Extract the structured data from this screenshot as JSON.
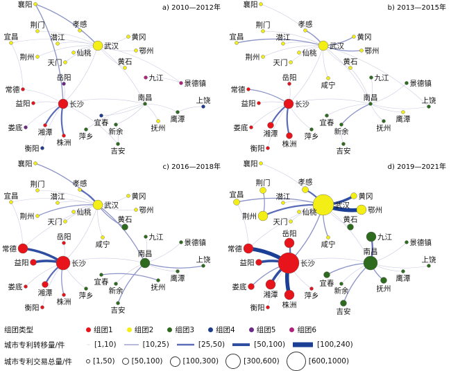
{
  "clusters": [
    {
      "id": 1,
      "label": "组团1",
      "color": "#e8141b"
    },
    {
      "id": 2,
      "label": "组团2",
      "color": "#f3ef16"
    },
    {
      "id": 3,
      "label": "组团3",
      "color": "#2f6b1f"
    },
    {
      "id": 4,
      "label": "组团4",
      "color": "#1f3d8c"
    },
    {
      "id": 5,
      "label": "组团5",
      "color": "#6a2a86"
    },
    {
      "id": 6,
      "label": "组团6",
      "color": "#b0237a"
    }
  ],
  "legend": {
    "cluster_title": "组团类型",
    "flow_title": "城市专利转移量/件",
    "flow_classes": [
      "[1,10)",
      "[10,25)",
      "[25,50)",
      "[50,100)",
      "[100,240)"
    ],
    "volume_title": "城市专利交易总量/件",
    "volume_classes": [
      "[1,50)",
      "[50,100)",
      "[100,300)",
      "[300,600)",
      "[600,1000)"
    ]
  },
  "panels": [
    {
      "title": "a) 2010—2012年",
      "nodes": [
        [
          "襄阳",
          2,
          1
        ],
        [
          "荆门",
          2,
          1
        ],
        [
          "孝感",
          2,
          1
        ],
        [
          "宜昌",
          2,
          1
        ],
        [
          "潜江",
          2,
          1
        ],
        [
          "武汉",
          2,
          3
        ],
        [
          "黄冈",
          2,
          1
        ],
        [
          "鄂州",
          2,
          1
        ],
        [
          "仙桃",
          2,
          1
        ],
        [
          "荆州",
          2,
          1
        ],
        [
          "天门",
          2,
          1
        ],
        [
          "黄石",
          2,
          1
        ],
        [
          "九江",
          6,
          1
        ],
        [
          "景德镇",
          6,
          1
        ],
        [
          "岳阳",
          5,
          1
        ],
        [
          "常德",
          1,
          1
        ],
        [
          "益阳",
          1,
          1
        ],
        [
          "长沙",
          1,
          3
        ],
        [
          "南昌",
          3,
          1
        ],
        [
          "宜春",
          4,
          1
        ],
        [
          "上饶",
          4,
          1
        ],
        [
          "鹰潭",
          3,
          1
        ],
        [
          "抚州",
          2,
          1
        ],
        [
          "娄底",
          5,
          1
        ],
        [
          "湘潭",
          1,
          1
        ],
        [
          "新余",
          3,
          1
        ],
        [
          "萍乡",
          3,
          1
        ],
        [
          "株洲",
          1,
          1
        ],
        [
          "衡阳",
          4,
          1
        ],
        [
          "吉安",
          3,
          1
        ]
      ],
      "edges": [
        [
          "襄阳",
          "武汉",
          2
        ],
        [
          "襄阳",
          "长沙",
          2
        ],
        [
          "湘潭",
          "长沙",
          3
        ],
        [
          "株洲",
          "长沙",
          3
        ],
        [
          "孝感",
          "武汉",
          1
        ],
        [
          "宜昌",
          "武汉",
          1
        ],
        [
          "荆门",
          "武汉",
          1
        ],
        [
          "潜江",
          "武汉",
          1
        ],
        [
          "仙桃",
          "武汉",
          1
        ],
        [
          "荆州",
          "武汉",
          1
        ],
        [
          "天门",
          "武汉",
          1
        ],
        [
          "黄冈",
          "武汉",
          1
        ],
        [
          "鄂州",
          "武汉",
          1
        ],
        [
          "黄石",
          "武汉",
          1
        ],
        [
          "九江",
          "景德镇",
          1
        ],
        [
          "武汉",
          "长沙",
          1
        ],
        [
          "武汉",
          "南昌",
          1
        ],
        [
          "岳阳",
          "长沙",
          1
        ],
        [
          "常德",
          "长沙",
          1
        ],
        [
          "益阳",
          "长沙",
          1
        ],
        [
          "娄底",
          "长沙",
          1
        ],
        [
          "衡阳",
          "长沙",
          1
        ],
        [
          "南昌",
          "宜春",
          1
        ],
        [
          "南昌",
          "鹰潭",
          1
        ],
        [
          "南昌",
          "新余",
          1
        ],
        [
          "南昌",
          "抚州",
          1
        ],
        [
          "鹰潭",
          "上饶",
          1
        ],
        [
          "新余",
          "吉安",
          1
        ],
        [
          "萍乡",
          "南昌",
          1
        ],
        [
          "长沙",
          "南昌",
          1
        ],
        [
          "宜昌",
          "常德",
          1
        ],
        [
          "长沙",
          "吉安",
          1
        ],
        [
          "武汉",
          "景德镇",
          1
        ]
      ]
    },
    {
      "title": "b) 2013—2015年",
      "nodes": [
        [
          "襄阳",
          2,
          1
        ],
        [
          "荆门",
          2,
          1
        ],
        [
          "孝感",
          2,
          1
        ],
        [
          "宜昌",
          2,
          1
        ],
        [
          "潜江",
          2,
          1
        ],
        [
          "武汉",
          2,
          3
        ],
        [
          "黄冈",
          2,
          1
        ],
        [
          "鄂州",
          2,
          1
        ],
        [
          "仙桃",
          2,
          1
        ],
        [
          "荆州",
          2,
          1
        ],
        [
          "天门",
          2,
          1
        ],
        [
          "黄石",
          2,
          1
        ],
        [
          "咸宁",
          2,
          1
        ],
        [
          "九江",
          3,
          1
        ],
        [
          "景德镇",
          3,
          1
        ],
        [
          "岳阳",
          1,
          1
        ],
        [
          "常德",
          1,
          1
        ],
        [
          "益阳",
          1,
          1
        ],
        [
          "长沙",
          1,
          3
        ],
        [
          "南昌",
          3,
          1
        ],
        [
          "宜春",
          3,
          1
        ],
        [
          "上饶",
          3,
          1
        ],
        [
          "鹰潭",
          2,
          1
        ],
        [
          "抚州",
          3,
          1
        ],
        [
          "娄底",
          1,
          1
        ],
        [
          "湘潭",
          1,
          2
        ],
        [
          "新余",
          3,
          1
        ],
        [
          "萍乡",
          3,
          1
        ],
        [
          "株洲",
          1,
          2
        ],
        [
          "衡阳",
          1,
          1
        ],
        [
          "吉安",
          3,
          1
        ]
      ],
      "edges": [
        [
          "宜昌",
          "武汉",
          2
        ],
        [
          "孝感",
          "武汉",
          2
        ],
        [
          "黄冈",
          "武汉",
          2
        ],
        [
          "鄂州",
          "武汉",
          2
        ],
        [
          "湘潭",
          "长沙",
          3
        ],
        [
          "株洲",
          "长沙",
          3
        ],
        [
          "常德",
          "长沙",
          2
        ],
        [
          "新余",
          "南昌",
          2
        ],
        [
          "襄阳",
          "武汉",
          1
        ],
        [
          "荆门",
          "武汉",
          1
        ],
        [
          "潜江",
          "武汉",
          1
        ],
        [
          "仙桃",
          "武汉",
          1
        ],
        [
          "荆州",
          "武汉",
          1
        ],
        [
          "天门",
          "武汉",
          1
        ],
        [
          "黄石",
          "武汉",
          1
        ],
        [
          "咸宁",
          "武汉",
          1
        ],
        [
          "武汉",
          "长沙",
          1
        ],
        [
          "武汉",
          "南昌",
          1
        ],
        [
          "九江",
          "南昌",
          1
        ],
        [
          "景德镇",
          "南昌",
          1
        ],
        [
          "上饶",
          "南昌",
          1
        ],
        [
          "鹰潭",
          "南昌",
          1
        ],
        [
          "抚州",
          "南昌",
          1
        ],
        [
          "宜春",
          "南昌",
          1
        ],
        [
          "吉安",
          "新余",
          1
        ],
        [
          "岳阳",
          "长沙",
          1
        ],
        [
          "益阳",
          "长沙",
          1
        ],
        [
          "娄底",
          "长沙",
          1
        ],
        [
          "衡阳",
          "长沙",
          1
        ],
        [
          "萍乡",
          "长沙",
          1
        ],
        [
          "长沙",
          "南昌",
          1
        ],
        [
          "黄石",
          "南昌",
          1
        ],
        [
          "武汉",
          "上饶",
          1
        ]
      ]
    },
    {
      "title": "c) 2016—2018年",
      "nodes": [
        [
          "襄阳",
          2,
          1
        ],
        [
          "荆门",
          2,
          1
        ],
        [
          "孝感",
          2,
          1
        ],
        [
          "宜昌",
          2,
          1
        ],
        [
          "潜江",
          2,
          1
        ],
        [
          "武汉",
          2,
          3
        ],
        [
          "黄冈",
          2,
          1
        ],
        [
          "鄂州",
          2,
          1
        ],
        [
          "仙桃",
          2,
          1
        ],
        [
          "荆州",
          2,
          1
        ],
        [
          "天门",
          2,
          1
        ],
        [
          "黄石",
          3,
          2
        ],
        [
          "咸宁",
          2,
          1
        ],
        [
          "九江",
          3,
          1
        ],
        [
          "景德镇",
          3,
          1
        ],
        [
          "岳阳",
          1,
          1
        ],
        [
          "常德",
          1,
          3
        ],
        [
          "益阳",
          1,
          2
        ],
        [
          "长沙",
          1,
          4
        ],
        [
          "南昌",
          3,
          3
        ],
        [
          "宜春",
          3,
          1
        ],
        [
          "上饶",
          3,
          1
        ],
        [
          "鹰潭",
          3,
          1
        ],
        [
          "抚州",
          3,
          1
        ],
        [
          "娄底",
          1,
          1
        ],
        [
          "湘潭",
          1,
          2
        ],
        [
          "新余",
          3,
          1
        ],
        [
          "萍乡",
          3,
          1
        ],
        [
          "株洲",
          1,
          1
        ],
        [
          "衡阳",
          1,
          1
        ],
        [
          "吉安",
          3,
          1
        ]
      ],
      "edges": [
        [
          "常德",
          "长沙",
          4
        ],
        [
          "益阳",
          "长沙",
          4
        ],
        [
          "湘潭",
          "长沙",
          3
        ],
        [
          "孝感",
          "武汉",
          3
        ],
        [
          "襄阳",
          "武汉",
          2
        ],
        [
          "黄石",
          "武汉",
          2
        ],
        [
          "武汉",
          "南昌",
          2
        ],
        [
          "吉安",
          "南昌",
          2
        ],
        [
          "宜春",
          "抚州",
          2
        ],
        [
          "上饶",
          "南昌",
          2
        ],
        [
          "荆州",
          "武汉",
          2
        ],
        [
          "株洲",
          "长沙",
          2
        ],
        [
          "宜昌",
          "武汉",
          1
        ],
        [
          "荆门",
          "武汉",
          1
        ],
        [
          "潜江",
          "武汉",
          1
        ],
        [
          "仙桃",
          "武汉",
          1
        ],
        [
          "天门",
          "武汉",
          1
        ],
        [
          "黄冈",
          "武汉",
          1
        ],
        [
          "鄂州",
          "武汉",
          1
        ],
        [
          "咸宁",
          "武汉",
          1
        ],
        [
          "武汉",
          "长沙",
          1
        ],
        [
          "九江",
          "南昌",
          1
        ],
        [
          "景德镇",
          "南昌",
          1
        ],
        [
          "鹰潭",
          "南昌",
          1
        ],
        [
          "新余",
          "南昌",
          1
        ],
        [
          "岳阳",
          "长沙",
          1
        ],
        [
          "娄底",
          "长沙",
          1
        ],
        [
          "衡阳",
          "长沙",
          1
        ],
        [
          "萍乡",
          "长沙",
          1
        ],
        [
          "长沙",
          "南昌",
          1
        ],
        [
          "常德",
          "武汉",
          1
        ],
        [
          "宜昌",
          "常德",
          1
        ]
      ]
    },
    {
      "title": "d) 2019—2021年",
      "nodes": [
        [
          "襄阳",
          2,
          1
        ],
        [
          "荆门",
          2,
          2
        ],
        [
          "孝感",
          2,
          2
        ],
        [
          "宜昌",
          2,
          2
        ],
        [
          "潜江",
          2,
          1
        ],
        [
          "武汉",
          2,
          5
        ],
        [
          "黄冈",
          2,
          2
        ],
        [
          "鄂州",
          2,
          3
        ],
        [
          "仙桃",
          2,
          1
        ],
        [
          "荆州",
          2,
          3
        ],
        [
          "天门",
          2,
          1
        ],
        [
          "黄石",
          3,
          2
        ],
        [
          "咸宁",
          2,
          1
        ],
        [
          "九江",
          3,
          3
        ],
        [
          "景德镇",
          3,
          1
        ],
        [
          "岳阳",
          1,
          3
        ],
        [
          "常德",
          1,
          3
        ],
        [
          "益阳",
          1,
          2
        ],
        [
          "长沙",
          1,
          5
        ],
        [
          "南昌",
          3,
          4
        ],
        [
          "宜春",
          3,
          2
        ],
        [
          "上饶",
          3,
          1
        ],
        [
          "鹰潭",
          3,
          1
        ],
        [
          "抚州",
          3,
          2
        ],
        [
          "娄底",
          1,
          2
        ],
        [
          "湘潭",
          1,
          3
        ],
        [
          "新余",
          3,
          1
        ],
        [
          "萍乡",
          1,
          1
        ],
        [
          "株洲",
          1,
          3
        ],
        [
          "衡阳",
          1,
          1
        ],
        [
          "吉安",
          3,
          2
        ]
      ],
      "edges": [
        [
          "鄂州",
          "武汉",
          5
        ],
        [
          "常德",
          "长沙",
          5
        ],
        [
          "株洲",
          "长沙",
          5
        ],
        [
          "黄冈",
          "武汉",
          4
        ],
        [
          "湘潭",
          "长沙",
          4
        ],
        [
          "益阳",
          "长沙",
          4
        ],
        [
          "岳阳",
          "长沙",
          3
        ],
        [
          "孝感",
          "武汉",
          3
        ],
        [
          "荆州",
          "武汉",
          3
        ],
        [
          "九江",
          "南昌",
          3
        ],
        [
          "荆门",
          "荆州",
          2
        ],
        [
          "咸宁",
          "武汉",
          2
        ],
        [
          "宜春",
          "南昌",
          2
        ],
        [
          "抚州",
          "南昌",
          2
        ],
        [
          "吉安",
          "南昌",
          2
        ],
        [
          "娄底",
          "长沙",
          2
        ],
        [
          "武汉",
          "长沙",
          2
        ],
        [
          "宜昌",
          "武汉",
          2
        ],
        [
          "襄阳",
          "武汉",
          1
        ],
        [
          "潜江",
          "武汉",
          1
        ],
        [
          "仙桃",
          "武汉",
          1
        ],
        [
          "天门",
          "武汉",
          1
        ],
        [
          "黄石",
          "武汉",
          1
        ],
        [
          "武汉",
          "南昌",
          1
        ],
        [
          "景德镇",
          "南昌",
          1
        ],
        [
          "上饶",
          "南昌",
          1
        ],
        [
          "鹰潭",
          "南昌",
          1
        ],
        [
          "新余",
          "南昌",
          1
        ],
        [
          "衡阳",
          "长沙",
          1
        ],
        [
          "萍乡",
          "长沙",
          1
        ],
        [
          "长沙",
          "南昌",
          1
        ],
        [
          "常德",
          "武汉",
          1
        ],
        [
          "宜昌",
          "常德",
          1
        ]
      ]
    }
  ]
}
